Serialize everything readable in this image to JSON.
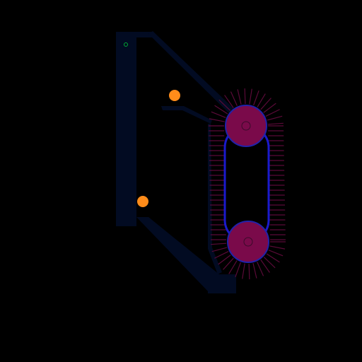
{
  "colors": {
    "background": "#000000",
    "wall": "#020b22",
    "conveyor_belt": "#1a1acc",
    "pulley": "#7a0a4a",
    "pulley_ring": "#2222aa",
    "spikes": "#5a0a38",
    "ball": "#ff8c1a",
    "marker": "#00aa33"
  },
  "scene": {
    "balls": 2,
    "pulleys": 2,
    "conveyor": "vertical",
    "start_marker": "green-ring-icon"
  }
}
